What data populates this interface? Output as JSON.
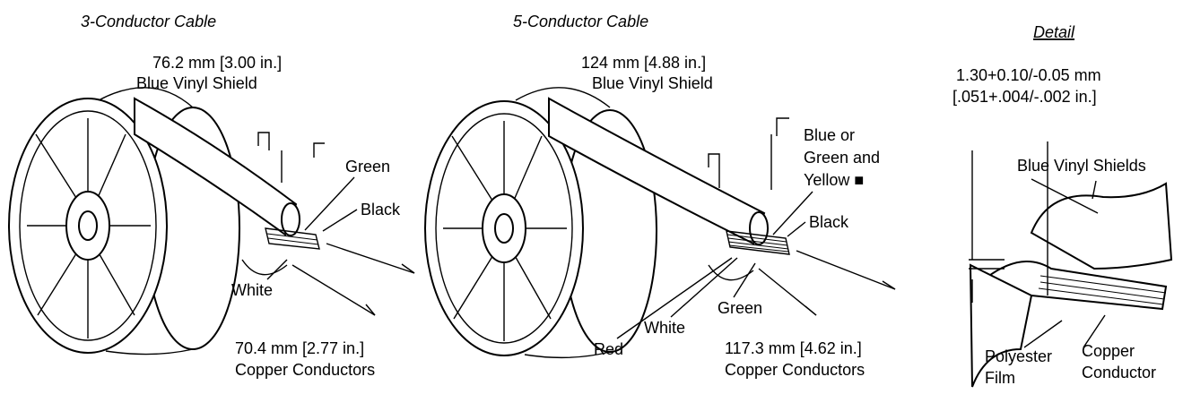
{
  "views": {
    "three": {
      "title": "3-Conductor Cable",
      "shield_dim": "76.2 mm [3.00 in.]",
      "shield_label": "Blue Vinyl Shield",
      "green": "Green",
      "black": "Black",
      "white": "White",
      "conductor_dim": "70.4 mm [2.77 in.]",
      "conductor_label": "Copper Conductors"
    },
    "five": {
      "title": "5-Conductor Cable",
      "shield_dim": "124 mm [4.88 in.]",
      "shield_label": "Blue Vinyl Shield",
      "blue_line1": "Blue or",
      "blue_line2": "Green and",
      "blue_line3": "Yellow ■",
      "black": "Black",
      "green": "Green",
      "white": "White",
      "red": "Red",
      "conductor_dim": "117.3 mm [4.62 in.]",
      "conductor_label": "Copper Conductors"
    },
    "detail": {
      "title": "Detail",
      "thickness_line1": "1.30+0.10/-0.05 mm",
      "thickness_line2": "[.051+.004/-.002 in.]",
      "shields_label": "Blue Vinyl Shields",
      "film_line1": "Polyester",
      "film_line2": "Film",
      "copper_line1": "Copper",
      "copper_line2": "Conductor"
    }
  }
}
